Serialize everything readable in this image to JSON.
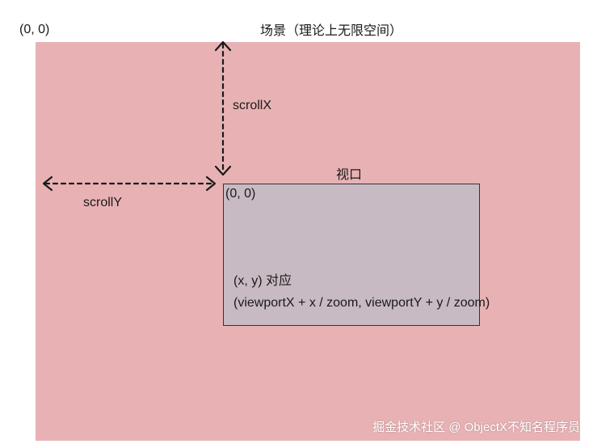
{
  "scene": {
    "origin_label": "(0, 0)",
    "title": "场景（理论上无限空间）"
  },
  "scroll": {
    "x_label": "scrollX",
    "y_label": "scrollY"
  },
  "viewport": {
    "title": "视口",
    "origin_label": "(0, 0)",
    "mapping_line1": "(x, y) 对应",
    "mapping_line2": "(viewportX + x / zoom, viewportY + y / zoom)"
  },
  "watermark": "掘金技术社区 @ ObjectX不知名程序员",
  "colors": {
    "scene_fill": "#e8b2b5",
    "viewport_fill": "#c8bac3",
    "arrow": "#1a1a1a"
  }
}
